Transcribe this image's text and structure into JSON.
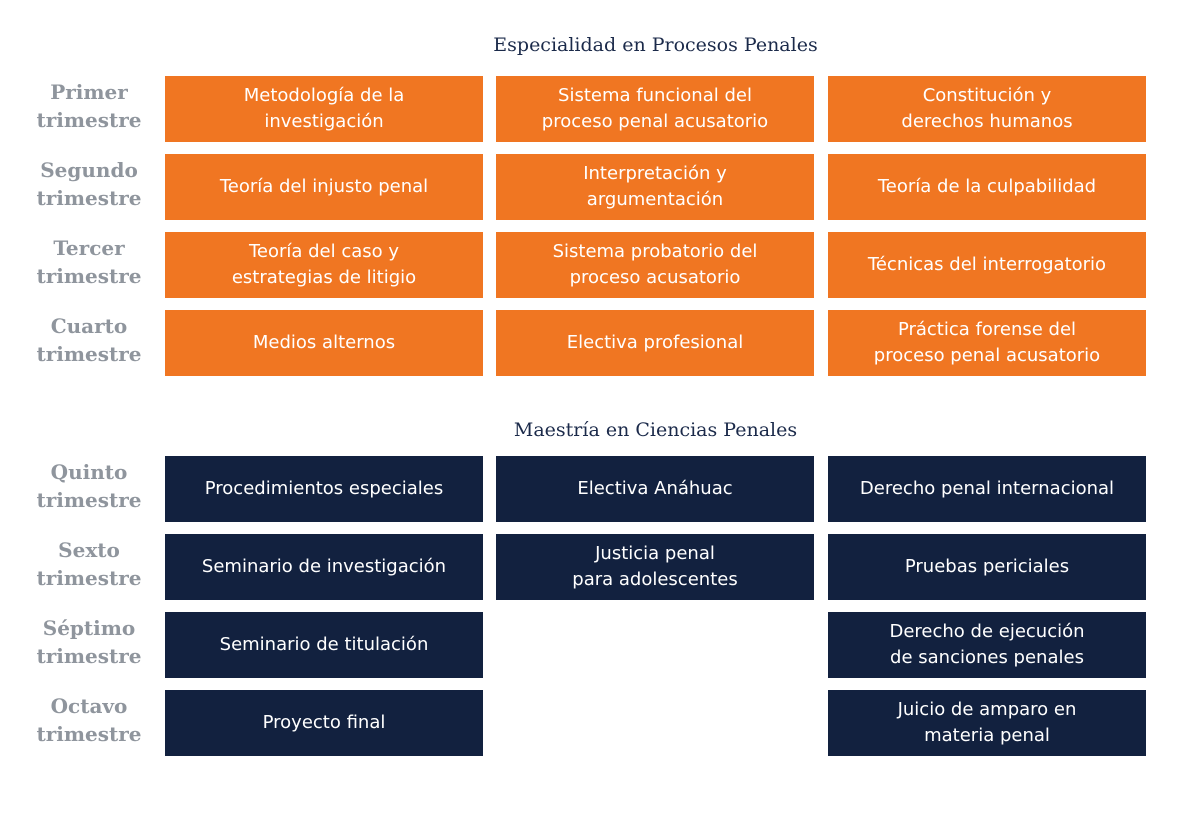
{
  "section1": {
    "title": "Especialidad en Procesos Penales",
    "rows": [
      {
        "label_1": "Primer",
        "label_2": "trimestre",
        "cells": [
          "Metodología de la\ninvestigación",
          "Sistema funcional del\nproceso penal acusatorio",
          "Constitución y\nderechos humanos"
        ]
      },
      {
        "label_1": "Segundo",
        "label_2": "trimestre",
        "cells": [
          "Teoría del injusto penal",
          "Interpretación y\nargumentación",
          "Teoría de la culpabilidad"
        ]
      },
      {
        "label_1": "Tercer",
        "label_2": "trimestre",
        "cells": [
          "Teoría del caso y\nestrategias de litigio",
          "Sistema probatorio del\nproceso acusatorio",
          "Técnicas del interrogatorio"
        ]
      },
      {
        "label_1": "Cuarto",
        "label_2": "trimestre",
        "cells": [
          "Medios alternos",
          "Electiva profesional",
          "Práctica forense del\nproceso penal acusatorio"
        ]
      }
    ]
  },
  "section2": {
    "title": "Maestría en Ciencias Penales",
    "rows": [
      {
        "label_1": "Quinto",
        "label_2": "trimestre",
        "cells": [
          "Procedimientos especiales",
          "Electiva Anáhuac",
          "Derecho penal internacional"
        ]
      },
      {
        "label_1": "Sexto",
        "label_2": "trimestre",
        "cells": [
          "Seminario de investigación",
          "Justicia penal\npara adolescentes",
          "Pruebas periciales"
        ]
      },
      {
        "label_1": "Séptimo",
        "label_2": "trimestre",
        "cells": [
          "Seminario de titulación",
          "",
          "Derecho de ejecución\nde sanciones penales"
        ]
      },
      {
        "label_1": "Octavo",
        "label_2": "trimestre",
        "cells": [
          "Proyecto final",
          "",
          "Juicio de amparo en\nmateria penal"
        ]
      }
    ]
  },
  "colors": {
    "orange": "#f07622",
    "navy": "#12213f",
    "label_gray": "#8f959d",
    "title": "#1b2a4a"
  }
}
